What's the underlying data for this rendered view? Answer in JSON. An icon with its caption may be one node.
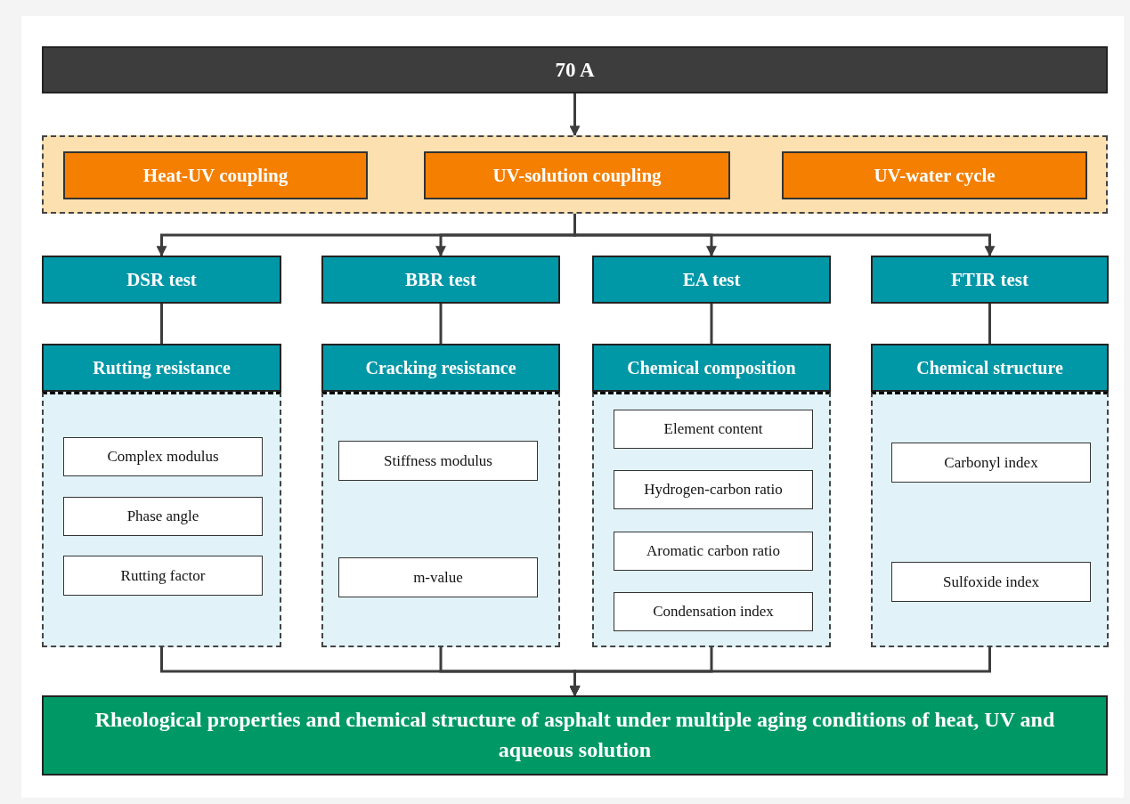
{
  "diagram": {
    "nodes": [
      {
        "text": [
          "70 A"
        ]
      },
      {
        "text": [],
        "shape": "box"
      },
      {
        "text": [
          "Heat-UV coupling"
        ],
        "in": 1
      },
      {
        "text": [
          "UV-solution coupling"
        ],
        "in": 1
      },
      {
        "text": [
          "UV-water cycle"
        ],
        "in": 1
      },
      {
        "text": [
          "DSR test"
        ]
      },
      {
        "text": [
          "BBR test"
        ]
      },
      {
        "text": [
          "EA test"
        ]
      },
      {
        "text": [
          "FTIR test"
        ]
      },
      {
        "text": [
          "Rutting resistance"
        ]
      },
      {
        "text": [],
        "shape": "box"
      },
      {
        "text": [
          "Complex modulus"
        ],
        "in": 10
      },
      {
        "text": [
          "Phase angle"
        ],
        "in": 10
      },
      {
        "text": [
          "Rutting factor"
        ],
        "in": 10
      },
      {
        "text": [
          "Cracking resistance"
        ]
      },
      {
        "text": [],
        "shape": "box"
      },
      {
        "text": [
          "Stiffness modulus"
        ],
        "in": 15
      },
      {
        "text": [
          "m-value"
        ],
        "in": 15
      },
      {
        "text": [
          "Chemical composition"
        ]
      },
      {
        "text": [],
        "shape": "box"
      },
      {
        "text": [
          "Element content"
        ],
        "in": 19
      },
      {
        "text": [
          "Hydrogen-carbon ratio"
        ],
        "in": 19
      },
      {
        "text": [
          "Aromatic carbon ratio"
        ],
        "in": 19
      },
      {
        "text": [
          "Condensation index"
        ],
        "in": 19
      },
      {
        "text": [
          "Chemical structure"
        ]
      },
      {
        "text": [],
        "shape": "box"
      },
      {
        "text": [
          "Carbonyl index"
        ],
        "in": 25
      },
      {
        "text": [
          "Sulfoxide index"
        ],
        "in": 25
      },
      {
        "text": [
          "Rheological properties and chemical structure of asphalt under multiple aging conditions of heat, UV and aqueous solution"
        ]
      }
    ],
    "edges": [
      {
        "from": 0,
        "to": 1,
        "arrow": "to"
      },
      {
        "from": 1,
        "to": 5,
        "arrow": "to"
      },
      {
        "from": 1,
        "to": 6,
        "arrow": "to"
      },
      {
        "from": 1,
        "to": 7,
        "arrow": "to"
      },
      {
        "from": 1,
        "to": 8,
        "arrow": "to"
      },
      {
        "from": 5,
        "to": 9,
        "arrow": "none"
      },
      {
        "from": 6,
        "to": 14,
        "arrow": "none"
      },
      {
        "from": 7,
        "to": 18,
        "arrow": "none"
      },
      {
        "from": 8,
        "to": 24,
        "arrow": "none"
      },
      {
        "from": 10,
        "to": 28,
        "arrow": "to"
      },
      {
        "from": 15,
        "to": 28,
        "arrow": "to"
      },
      {
        "from": 19,
        "to": 28,
        "arrow": "to"
      },
      {
        "from": 25,
        "to": 28,
        "arrow": "to"
      }
    ]
  }
}
